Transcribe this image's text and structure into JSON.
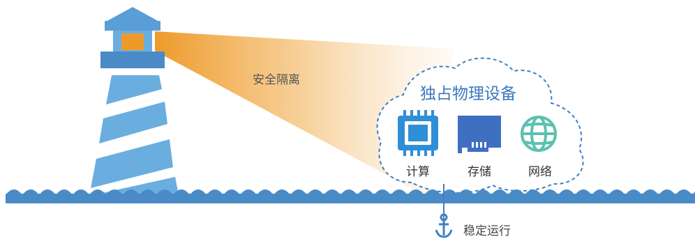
{
  "beam": {
    "label": "安全隔离"
  },
  "cloud": {
    "title": "独占物理设备",
    "resources": [
      {
        "label": "计算",
        "icon": "cpu-chip-icon"
      },
      {
        "label": "存储",
        "icon": "storage-card-icon"
      },
      {
        "label": "网络",
        "icon": "globe-network-icon"
      }
    ]
  },
  "anchor": {
    "label": "稳定运行",
    "icon": "anchor-icon"
  },
  "colors": {
    "blue": "#4a8ac7",
    "light_blue": "#6aaee0",
    "orange": "#ee9a2a",
    "cloud_border": "#3f7fc4",
    "cpu": "#2f8fd6",
    "storage": "#3f6fc0",
    "globe": "#5cc1b0"
  }
}
